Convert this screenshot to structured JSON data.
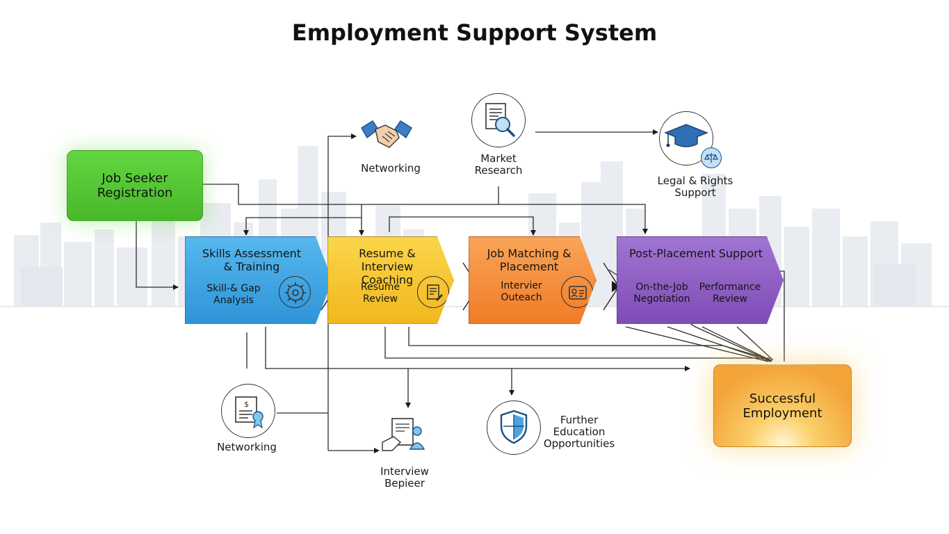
{
  "title": "Employment Support System",
  "colors": {
    "green": "#5ccf3a",
    "blue": "#3fa7e6",
    "yellow": "#f7c632",
    "orange": "#f6903c",
    "purple": "#8e5cc4",
    "gold": "#f4a838"
  },
  "registration": {
    "label": "Job Seeker\nRegistration"
  },
  "stages": [
    {
      "title": "Skills Assessment\n& Training",
      "subs": [
        "Skill-& Gap\nAnalysis"
      ],
      "icon": "gear-chart-icon"
    },
    {
      "title": "Resume & Interview\nCoaching",
      "subs": [
        "Resume\nReview"
      ],
      "icon": "document-edit-icon"
    },
    {
      "title": "Job Matching &\nPlacement",
      "subs": [
        "Intervier\nOuteach"
      ],
      "icon": "profile-card-icon"
    },
    {
      "title": "Post-Placement Support",
      "subs": [
        "On-the-Job\nNegotiation",
        "Performance\nReview"
      ],
      "icon": ""
    }
  ],
  "outcome": {
    "label": "Successful\nEmployment"
  },
  "nodes": {
    "networking_top": {
      "label": "Networking",
      "icon": "handshake-icon"
    },
    "market_research": {
      "label": "Market\nResearch",
      "icon": "document-search-icon"
    },
    "legal_support": {
      "label": "Legal & Rights\nSupport",
      "icon": "graduation-cap-icon"
    },
    "networking_bottom": {
      "label": "Networking",
      "icon": "certificate-icon"
    },
    "interview_prep": {
      "label": "Interview\nBepieer",
      "icon": "interview-person-icon"
    },
    "further_education": {
      "label": "Further\nEducation\nOpportunities",
      "icon": "shield-icon"
    }
  }
}
